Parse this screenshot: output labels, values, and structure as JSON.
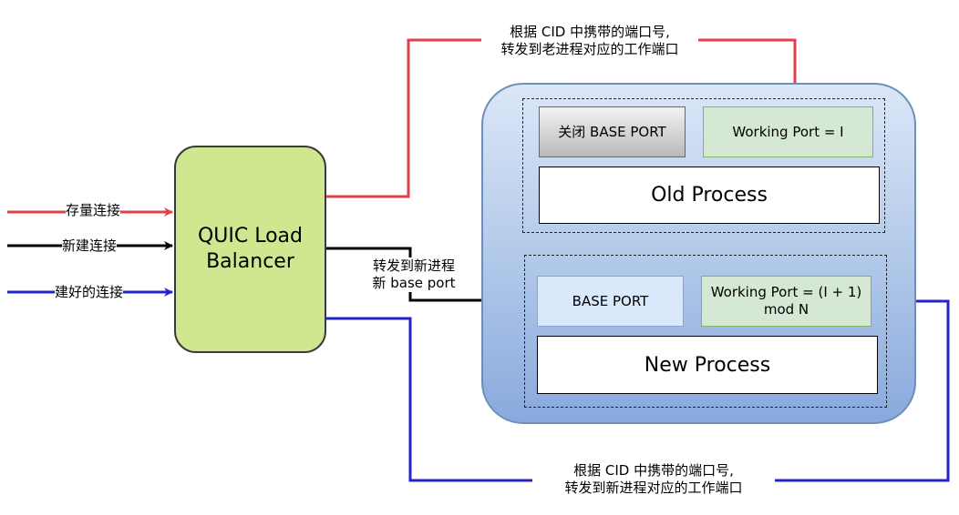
{
  "colors": {
    "existing_conn": "#e0414b",
    "new_conn": "#000000",
    "established_conn": "#2424c8",
    "lb_fill": "#cfe890",
    "working_port_fill": "#d5e8d4",
    "base_port_fill": "#dae8fc",
    "host_fill": "#a9c2e8"
  },
  "inputs": [
    {
      "label": "存量连接",
      "color_key": "existing_conn"
    },
    {
      "label": "新建连接",
      "color_key": "new_conn"
    },
    {
      "label": "建好的连接",
      "color_key": "established_conn"
    }
  ],
  "load_balancer": {
    "line1": "QUIC Load",
    "line2": "Balancer"
  },
  "routes": {
    "old_process": {
      "line1": "根据 CID 中携带的端口号,",
      "line2": "转发到老进程对应的工作端口"
    },
    "new_base": {
      "line1": "转发到新进程",
      "line2": "新 base port"
    },
    "new_process": {
      "line1": "根据 CID 中携带的端口号,",
      "line2": "转发到新进程对应的工作端口"
    }
  },
  "old_group": {
    "closed_port": "关闭 BASE PORT",
    "working_port": "Working Port  = I",
    "process": "Old Process"
  },
  "new_group": {
    "base_port": "BASE PORT",
    "working_port_line1": "Working Port = (I + 1)",
    "working_port_line2": "mod N",
    "process": "New Process"
  }
}
